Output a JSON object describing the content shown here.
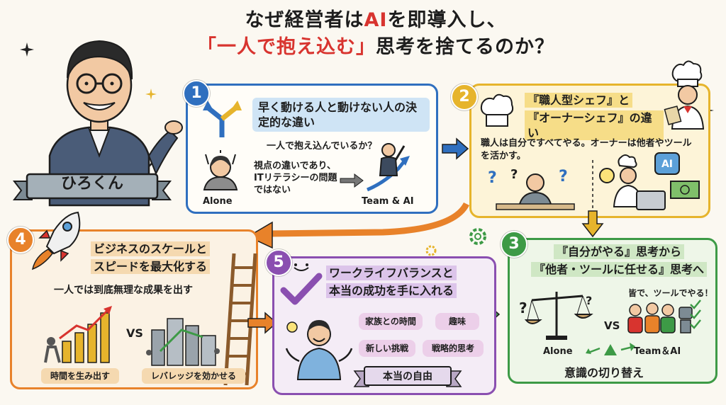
{
  "title": {
    "line1_a": "なぜ経営者は",
    "line1_hl": "AI",
    "line1_b": "を即導入し、",
    "line2_hl": "「一人で抱え込む」",
    "line2_b": "思考を捨てるのか？"
  },
  "person": {
    "name": "ひろくん"
  },
  "panel1": {
    "num": "1",
    "heading": "早く動ける人と動けない人の決定的な違い",
    "question": "一人で抱え込んでいるか？",
    "body": "視点の違いであり、ITリテラシーの問題ではない",
    "alone": "Alone",
    "team": "Team & AI"
  },
  "panel2": {
    "num": "2",
    "heading_a": "『職人型シェフ』と",
    "heading_b": "『オーナーシェフ』の違い",
    "body": "職人は自分ですべてやる。オーナーは他者やツールを活かす。",
    "ai_label": "AI"
  },
  "panel3": {
    "num": "3",
    "heading_a": "『自分がやる』思考から",
    "heading_b": "『他者・ツールに任せる』思考へ",
    "note": "皆で、ツールでやる！",
    "alone": "Alone",
    "vs": "VS",
    "team": "Team＆AI",
    "caption": "意識の切り替え"
  },
  "panel4": {
    "num": "4",
    "heading_a": "ビジネスのスケールと",
    "heading_b": "スピードを最大化する",
    "body": "一人では到底無理な成果を出す",
    "vs": "VS",
    "tag_a": "時間を生み出す",
    "tag_b": "レバレッジを効かせる"
  },
  "panel5": {
    "num": "5",
    "heading_a": "ワークライフバランスと",
    "heading_b": "本当の成功を手に入れる",
    "pills": [
      "家族との時間",
      "趣味",
      "新しい挑戦",
      "戦略的思考"
    ],
    "banner": "本当の自由"
  },
  "colors": {
    "p1": "#2f6fbf",
    "p2": "#e6b42c",
    "p3": "#3d9a46",
    "p4": "#e8822a",
    "p5": "#8a4fb0",
    "title_hl": "#d8342f"
  }
}
